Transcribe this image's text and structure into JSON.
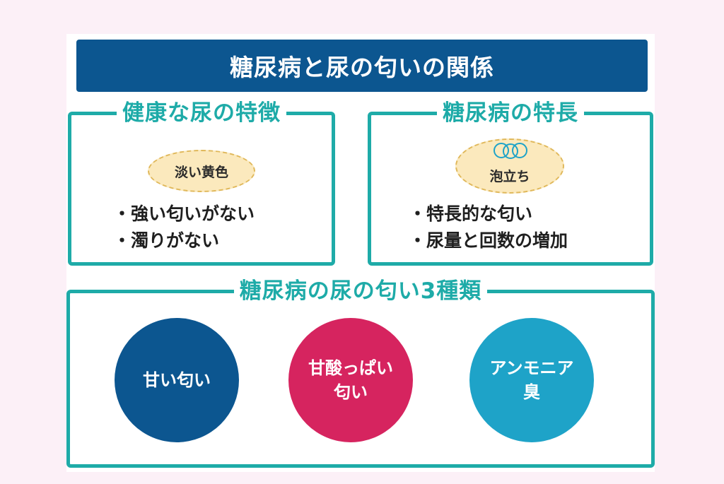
{
  "title": "糖尿病と尿の匂いの関係",
  "healthy": {
    "heading": "健康な尿の特徴",
    "tag": "淡い黄色",
    "points": [
      "強い匂いがない",
      "濁りがない"
    ]
  },
  "diabetes": {
    "heading": "糖尿病の特長",
    "tag": "泡立ち",
    "points": [
      "特長的な匂い",
      "尿量と回数の増加"
    ]
  },
  "types": {
    "heading": "糖尿病の尿の匂い3種類",
    "items": [
      {
        "line1": "甘い匂い",
        "line2": ""
      },
      {
        "line1": "甘酸っぱい",
        "line2": "匂い"
      },
      {
        "line1": "アンモニア",
        "line2": "臭"
      }
    ]
  },
  "colors": {
    "banner": "#0c5690",
    "teal": "#1eaba8",
    "sweet": "#0c5690",
    "sour": "#d6245f",
    "ammonia": "#1ea3c8",
    "tag_fill": "#fbe9bd"
  },
  "icons": {
    "bubbles": "bubbles-icon"
  }
}
